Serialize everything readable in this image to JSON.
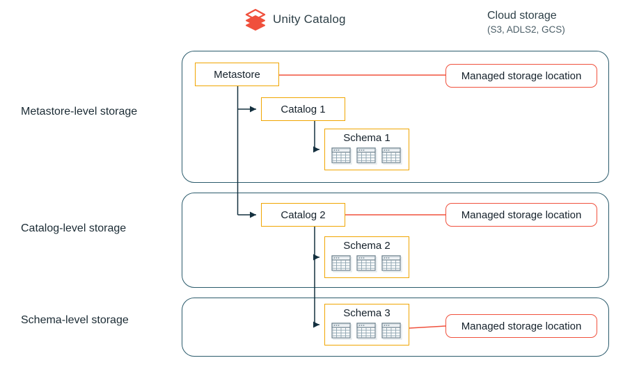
{
  "header": {
    "unity_catalog": {
      "logo_icon": "unity-catalog-stacked-layers-icon",
      "label": "Unity Catalog"
    },
    "cloud_storage": {
      "title": "Cloud storage",
      "subtitle": "(S3, ADLS2, GCS)"
    }
  },
  "colors": {
    "panel_border": "#2a5a6b",
    "entity_border": "#f0a500",
    "storage_border": "#f0503c",
    "connector_dark": "#14303f",
    "connector_red": "#f0503c",
    "brand_red": "#f0503c",
    "text": "#14202a"
  },
  "rows": [
    {
      "label": "Metastore-level storage"
    },
    {
      "label": "Catalog-level storage"
    },
    {
      "label": "Schema-level storage"
    }
  ],
  "entities": {
    "metastore": "Metastore",
    "catalog_1": "Catalog 1",
    "catalog_2": "Catalog 2",
    "schema_1": "Schema 1",
    "schema_2": "Schema 2",
    "schema_3": "Schema 3"
  },
  "storage": {
    "metastore_level": "Managed storage location",
    "catalog_level": "Managed storage location",
    "schema_level": "Managed storage location"
  },
  "schema_tables": {
    "icon": "table-grid-icon",
    "count": 3
  },
  "connections": [
    {
      "from": "metastore",
      "to": "storage_metastore",
      "style": "red-line"
    },
    {
      "from": "metastore",
      "to": "catalog_1",
      "style": "dark-arrow"
    },
    {
      "from": "metastore",
      "to": "catalog_2",
      "style": "dark-arrow"
    },
    {
      "from": "catalog_1",
      "to": "schema_1",
      "style": "dark-arrow"
    },
    {
      "from": "catalog_2",
      "to": "schema_2",
      "style": "dark-arrow"
    },
    {
      "from": "catalog_2",
      "to": "schema_3",
      "style": "dark-arrow"
    },
    {
      "from": "catalog_2",
      "to": "storage_catalog",
      "style": "red-line"
    },
    {
      "from": "schema_3",
      "to": "storage_schema",
      "style": "red-line"
    }
  ]
}
